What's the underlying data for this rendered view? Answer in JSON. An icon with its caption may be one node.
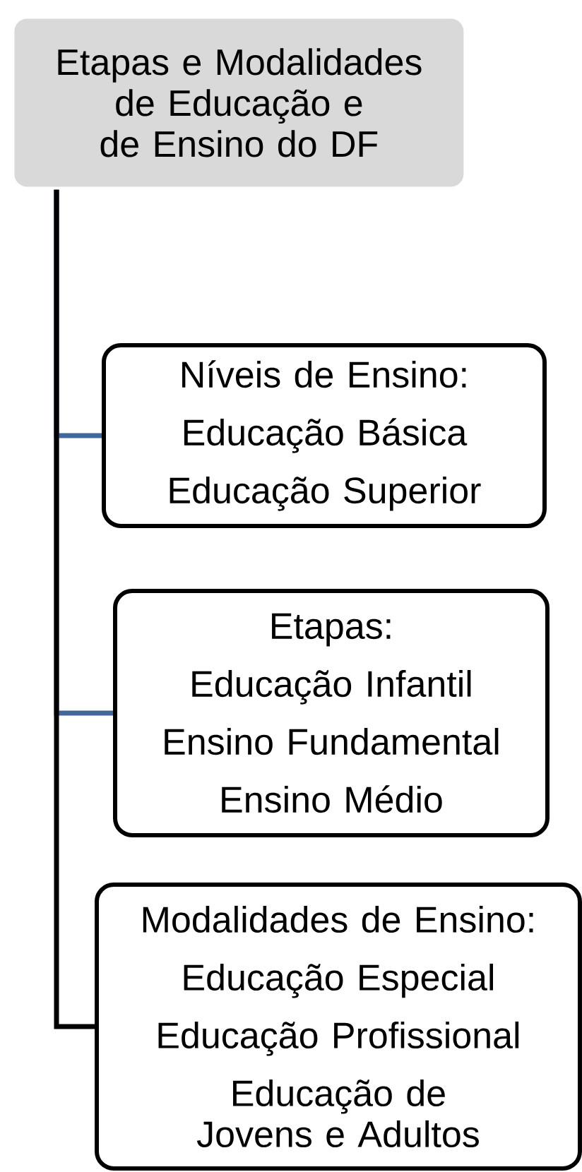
{
  "diagram": {
    "nodes": [
      {
        "text": [
          "Etapas e Modalidades de Educação e de Ensino do DF"
        ]
      },
      {
        "text": [
          "Níveis de Ensino:",
          "Educação Básica",
          "Educação Superior"
        ]
      },
      {
        "text": [
          "Etapas:",
          "Educação Infantil",
          "Ensino Fundamental",
          "Ensino Médio"
        ]
      },
      {
        "text": [
          "Modalidades de Ensino:",
          "Educação Especial",
          "Educação Profissional",
          "Educação de Jovens e Adultos"
        ]
      }
    ],
    "edges": [
      {
        "from": 0,
        "to": 1,
        "arrow": "none",
        "color": "#41679a"
      },
      {
        "from": 0,
        "to": 2,
        "arrow": "none",
        "color": "#41679a"
      },
      {
        "from": 0,
        "to": 3,
        "arrow": "none",
        "color": "#000000"
      }
    ]
  }
}
